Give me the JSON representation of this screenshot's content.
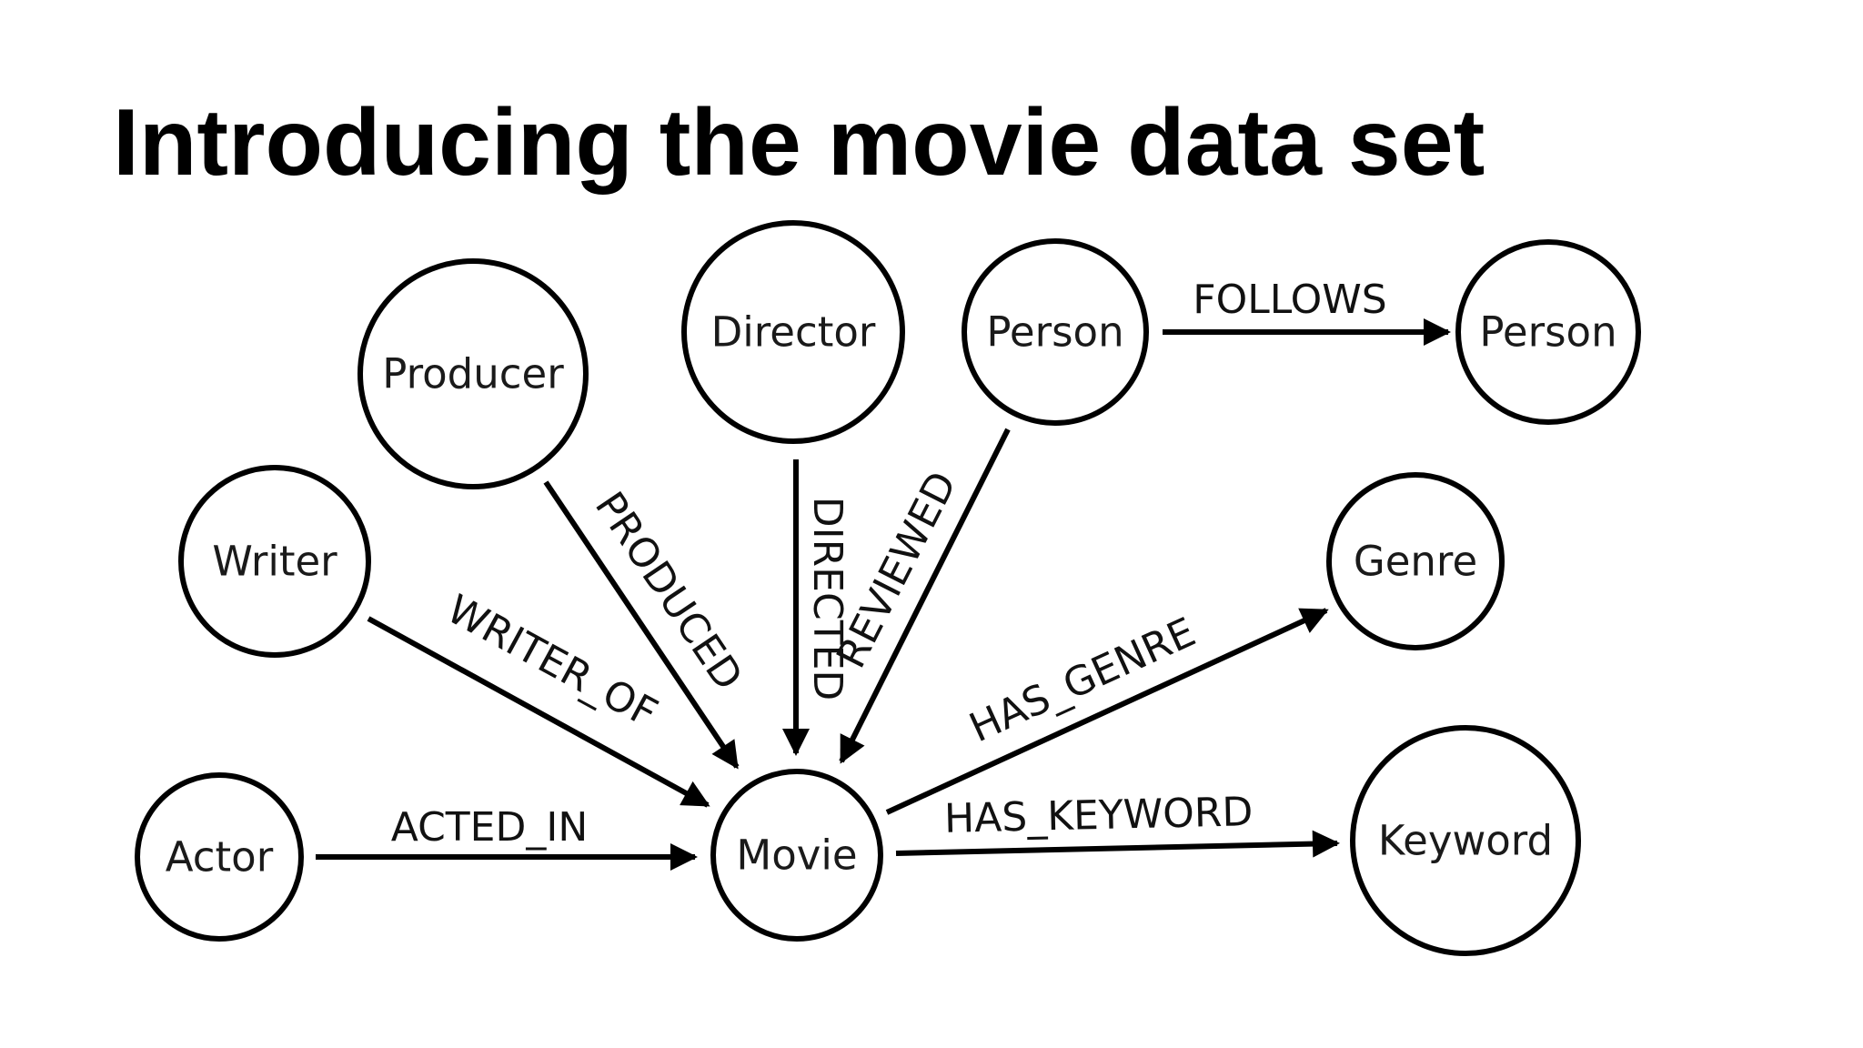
{
  "title": "Introducing the movie data set",
  "colors": {
    "background": "#ffffff",
    "ink": "#000000"
  },
  "nodes": {
    "producer": "Producer",
    "director": "Director",
    "person_reviewer": "Person",
    "person_followed": "Person",
    "writer": "Writer",
    "genre": "Genre",
    "actor": "Actor",
    "movie": "Movie",
    "keyword": "Keyword"
  },
  "relationships": {
    "follows": "FOLLOWS",
    "produced": "PRODUCED",
    "directed": "DIRECTED",
    "reviewed": "REVIEWED",
    "writer_of": "WRITER_OF",
    "acted_in": "ACTED_IN",
    "has_genre": "HAS_GENRE",
    "has_keyword": "HAS_KEYWORD"
  }
}
